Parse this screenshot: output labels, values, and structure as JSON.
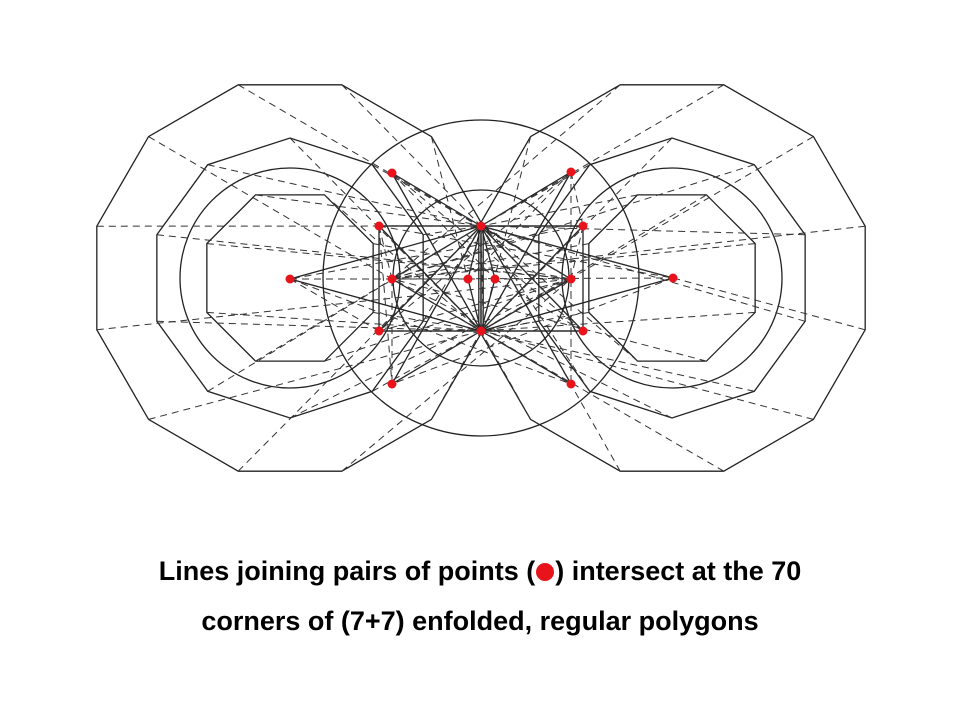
{
  "caption": {
    "line1_before": "Lines joining pairs of points (",
    "line1_after": ") intersect at the 70",
    "line2": "corners of (7+7) enfolded, regular polygons"
  },
  "colors": {
    "point": "#e8141b",
    "line": "#222222"
  },
  "icons": {
    "point_marker": "red-dot-icon"
  }
}
